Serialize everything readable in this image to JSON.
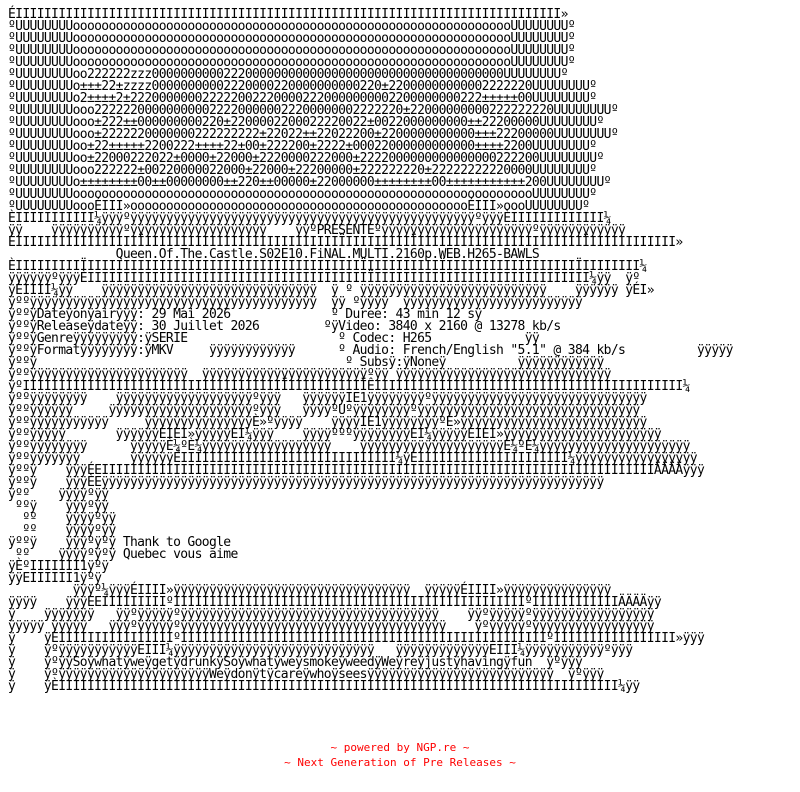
{
  "nfo_lines": [
    "ÉIIIIIIIIIIIIIIIIIIIIIIIIIIIIIIIIIIIIIIIIIIIIIIIIIIIIIIIIIIIIIIIIIIIIIIIIIIII»",
    "ºUUUUUUUUoooooooooooooooooooooooooooooooooooooooooooooooooooooooooooooUUUUUUUUº",
    "ºUUUUUUUUoooooooooooooooooooooooooooooooooooooooooooooooooooooooooooooUUUUUUUUº",
    "ºUUUUUUUUoooooooooooooooooooooooooooooooooooooooooooooooooooooooooooooUUUUUUUUº",
    "ºUUUUUUUUoooooooooooooooooooooooooooooooooooooooooooooooooooooooooooooUUUUUUUUº",
    "ºUUUUUUUUoo222222zzz0000000000222000000000000000000000000000000000000UUUUUUUUº",
    "ºUUUUUUUUo±±±22±zzzz00000000002220000220000000000220±22000000000002222220UUUUUUUUº",
    "ºUUUUUUUUo2±±±±2±2220000000222220022200002220000000002200000000222±±±±±00UUUUUUUUº",
    "ºUUUUUUUUooo2222220000000000222200000022200000002222220±22000000000222222220UUUUUUUUº",
    "ºUUUUUUUUooo±222±±000000000220±2200002200022220022±0022000000000±±22200000UUUUUUUUº",
    "ºUUUUUUUUooo±2222220000000222222222±22022±±22022200±2200000000000±±±22200000UUUUUUUUº",
    "ºUUUUUUUUoo±22±±±±±2200222±±±±22±00±222200±2222±00022000000000000±±±±2200UUUUUUUUº",
    "ºUUUUUUUUoo±22000222022±0000±22000±2220000222000±2222000000000000000222200UUUUUUUUº",
    "ºUUUUUUUUooo222222±00220000022000±22000±22200000±222222220±22222222220000UUUUUUUUº",
    "ºUUUUUUUUo±±±±±±±±00±±00000000±±220±±00000±22000000±±±±±±±±00±±±±±±±±±±±200UUUUUUUUº",
    "ºUUUUUUUUooooooooooooooooooooooooooooooooooooooooooooooooooooooooooooooooUUUUUUUUº",
    "ºUUUUUUUUoooÉIII»oooooooooooooooooooooooooooooooooooooooooooooooÉIII»oooUUUUUUUUº",
    "ÈIIIIIIIIIII¼ÿÿÿºÿÿÿÿÿÿÿÿÿÿÿÿÿÿÿÿÿÿÿÿÿÿÿÿÿÿÿÿÿÿÿÿÿÿÿÿÿÿÿÿÿÿÿÿÿÿÿÿºÿÿÿÈIIIIIIIIIIIII¼",
    "ÿÿ    ÿÿÿÿÿÿÿÿÿÿºÿÿÿÿÿÿÿÿÿÿÿÿÿÿÿÿÿÿÿ    ÿÿºPRESENTEºÿÿÿÿÿÿÿÿÿÿÿÿÿÿÿÿÿÿÿÿÿºÿÿÿÿÿÿÿÿÿÿÿÿ",
    "ÉIIIIIIIIIIIIIIIIIÏIIIIIIIIIIIIIIIIIIIIIIIIIIIÏIIIIIIIIIÏIIIIIIIIIIIIIIIIIIIIIIIÏIIIIIIIIIIII»",
    "               Queen.Of.The.Castle.S02E10.FiNAL.MULTI.2160p.WEB.H265-BAWLS",
    "ÈIIIIIIIIIÏIIIIIIIIIIIIIIIIIIIIIIIIIIIIIIIIIIIIIIÏIIIIIIIIIIÏIIIIIIIIIIIIIIIIIIÏIIIIIIII¼",
    "ÿÿÿÿÿÿºÿÿÿÈIIIIIIIIIIIIIIIIIIIIIIIIIIIIIIIIIIIIIIIÏIIIIIIIIIIIIIIIIIIIIIIIIIIIIII¼ÿÿ  ÿº",
    "ÿÈIIII¼ÿÿ    ÿÿÿÿÿÿÿÿÿÿÿÿÿÿÿÿÿÿÿÿÿÿÿÿÿÿÿÿÿÿ  ÿ º ÿÿÿÿÿÿÿÿÿÿÿÿÿÿÿÿÿÿÿÿÿÿÿÿÿÿ    ÿÿÿÿÿÿ ÿÉI»",
    "ÿººÿÿÿÿÿÿÿÿÿÿÿÿÿÿÿÿÿÿÿÿÿÿÿÿÿÿÿÿÿÿÿÿÿÿÿÿÿÿÿÿ  ÿÿ ºÿÿÿÿ  ÿÿÿÿÿÿÿÿÿÿÿÿÿÿÿÿÿÿÿÿÿÿÿÿÿ",
    "ÿººÿDateÿonÿairÿÿÿ: 29 Mai 2026              º Duree: 43 min 12 sÿ",
    "ÿººÿReleaseÿdateÿÿ: 30 Juillet 2026         ºÿVideo: 3840 x 2160 @ 13278 kb/s",
    "ÿººÿGenreÿÿÿÿÿÿÿÿÿ:ÿSERIE                     º Codec: H265             ÿÿ",
    "ÿººÿFormatÿÿÿÿÿÿÿÿ:ÿMKV     ÿÿÿÿÿÿÿÿÿÿÿÿ      º Audio: French/English \"5.1\" @ 384 kb/s          ÿÿÿÿÿ",
    "ÿººÿ                                           º Subsÿ:ÿNoneÿ          ÿÿÿÿÿÿÿÿÿÿÿÿ",
    "ÿººÿÿÿÿÿÿÿÿÿÿÿÿÿÿÿÿÿÿÿÿÿÿ  ÿÿÿÿÿÿÿÿÿÿÿÿÿÿÿÿÿÿÿÿÿÿÿºÿÿ ÿÿÿÿÿÿÿÿÿÿÿÿÿÿÿÿÿÿÿÿÿÿÿÿÿÿÿÿÿÿ",
    "ÿºIIIIIIIIIIIIIIIIIIIIIIIIIIIIIIIIIIIIÏIIIIIIIIIIÏÊIIIIIIIIIIIIIIIIIIIIIIIIIIIIIIIIIIIIIIIIIII¼",
    "ÿººÿÿÿÿÿÿÿÿ    ÿÿÿÿÿÿÿÿÿÿÿÿÿÿÿÿÿÿÿºÿÿÿ   ÿÿÿÿÿÿIE1ÿÿÿÿÿÿÿÿºÿÿÿÿÿÿÿÿÿÿÿÿÿÿÿÿÿÿÿÿÿÿÿÿÿÿÿÿÿÿ",
    "ÿººÿÿÿÿÿÿ     ÿÿÿÿÿÿÿÿÿÿÿÿÿÿÿÿÿÿÿÿºÿÿÿ   ÿÿÿÿºUºÿÿÿÿÿÿÿÿºÿÿÿÿÿÿÿÿÿÿÿÿÿÿÿÿÿÿÿÿÿÿÿÿÿÿÿÿÿÿÿ",
    "ÿººÿÿÿÿÿÿÿÿÿÿÿ     ÿÿÿÿÿÿÿÿÿÿÿÿÿÿÿÈ»ºÿÿÿÿ    ÿÿÿÿIE1ÿÿÿÿÿÿÿÿºÈ»ÿÿÿÿÿÿÿÿÿÿÿÿÿÿÿÿÿÿÿÿÿÿÿÿÿÿ",
    "ÿººÿÿÿÿÿ       ÿÿÿÿÿÿÉIEI»ÿÿÿÿÿEI¼ÿÿÿ    ÿÿÿÿºººÿÿÿÿÿÿÿÿEI¼ÿÿÿÿÿÉIEI»ÿÿÿÿÿÿÿÿÿÿÿÿÿÿÿÿÿÿÿÿÿÿ",
    "ÿººÿÿÿÿÿÿÿÿ      ÿÿÿÿÿÈ¼ºÈ¼ÿÿÿÿÿÿÿÿÿÿÿÿÿÿÿÿÿÿ    ÿÿÿÿÿÿÿÿÿÿÿÿÿÿÿÿÿÿÿÿÈ¼ºÈ¼ÿÿÿÿÿÿÿÿÿÿÿÿÿÿÿÿÿÿÿÿÿ",
    "ÿººÿÿÿÿÿÿÿ       ÿÿÿÿÿÿÈIIIIIIIIIIIIIIIIIIIIIIIIIIIIII¼ÿÈIIIIIIIIIIIIIIIIIIIII¼ÿÿÿÿÿÿÿÿÿÿÿÿÿÿÿÿÿ",
    "ÿººÿ    ÿÿÿÉEIIIIIIIIIIIIIIIIIIIIIIIIIIIIIIIIIIIIIIIIIIIIIIIIIIIIIIIIIIIIIIIIIIIIIIIIIIIIIÄÄÄÄÿÿÿ",
    "ÿººÿ    ÿÿÿÈEÿÿÿÿÿÿÿÿÿÿÿÿÿÿÿÿÿÿÿÿÿÿÿÿÿÿÿÿÿÿÿÿÿÿÿÿÿÿÿÿÿÿÿÿÿÿÿÿÿÿÿÿÿÿÿÿÿÿÿÿÿÿÿÿÿÿÿÿÿÿ",
    "ÿºº    ÿÿÿÿºÿÿ",
    " ººÿ    ÿÿÿºÿÿ",
    "  ºº    ÿÿÿÿºÿÿ",
    "  ºº    ÿÿÿÿºÿÿ",
    "ÿººÿ    ÿÿÿºÿºÿ Thank to Google",
    " ºº    ÿÿÿÿºÿºÿ Quebec vous aime",
    "ÿÈºIIIIIII1ÿºÿ",
    "ÿÿEIIIIII1ÿºÿ",
    "         ÿÿÿº¼ÿÿÿÉIIII»ÿÿÿÿÿÿÿÿÿÿÿÿÿÿÿÿÿÿÿÿÿÿÿÿÿÿÿÿÿÿÿÿÿ  ÿÿÿÿÿÉIIII»ÿÿÿÿÿÿÿÿÿÿÿÿÿÿÿ",
    "ÿÿÿÿ    ÿÿÿEEIIIIIIIIIºIIIIIIIIIIIIIIIIIIIIIIIIIIIIIIIIIIIIIIIIIIIIIIIIIºIIIIIIIIIIIIÄÄÄÄÿÿ",
    "ÿ    ÿÿÿÿÿÿÿ   ÿÿºÿÿÿÿÿºÿÿÿÿÿÿÿÿÿÿÿÿÿÿÿÿÿÿÿÿÿÿÿÿÿÿÿÿÿÿÿÿÿÿÿÿ    ÿÿºÿÿÿÿÿºÿÿÿÿÿÿÿÿÿÿÿÿÿÿÿÿÿ",
    "ÿÿÿÿÿ ÿÿÿÿÿ   ÿÿÿºÿÿÿÿÿºÿÿÿÿÿÿÿÿÿÿÿÿÿÿÿÿÿÿÿÿÿÿÿÿÿÿÿÿÿÿÿÿÿÿÿÿÿ    ÿºÿÿÿÿÿºÿÿÿÿÿÿÿÿÿÿÿÿÿÿÿÿÿ",
    "ÿ    ÿÉIIIIIIIIIIIIIIIIºIIIIIIIIIIIIIIIIIIIIIIIIIIIIIIIIIIIIIIIIIIIIIIIIIIIºIIIIIIIIIIIIIIIII»ÿÿÿ",
    "ÿ    ÿºÿÿÿÿÿÿÿÿÿÿÿEIII¼ÿÿÿÿÿÿÿÿÿÿÿÿÿÿÿÿÿÿÿÿÿÿÿÿÿÿÿÿ   ÿÿÿÿÿÿÿÿÿÿÿÿÿEIII¼ÿÿÿÿÿÿÿÿÿÿÿºÿÿÿ",
    "ÿ    ÿºÿÿSoÿwhatÿweÿgetÿdrunkÿSoÿwhatÿweÿsmokeÿweedÿWeÿreÿjustÿhavingÿfun  ÿºÿÿÿ",
    "ÿ    ÿºÿÿÿÿÿÿÿÿÿÿÿÿÿÿÿÿÿÿÿÿÿWeÿdonÿtÿcareÿwhoÿseesÿÿÿÿÿÿÿÿÿÿÿÿÿÿÿÿÿÿÿÿÿÿÿÿÿÿ  ÿºÿÿÿ",
    "ÿ    ÿÈIIIIIIIIIIIIIIIIIIIIIIIIIIIIIIIIIIIIIIIIIIIIIIIIIIIIIIIIIIIIIIIIIIIIIIIIIIIIII¼ÿÿ"
  ],
  "footer": {
    "line1": "~ powered by NGP.re ~",
    "line2": "~ Next Generation of Pre Releases ~",
    "color": "#ff0000"
  }
}
